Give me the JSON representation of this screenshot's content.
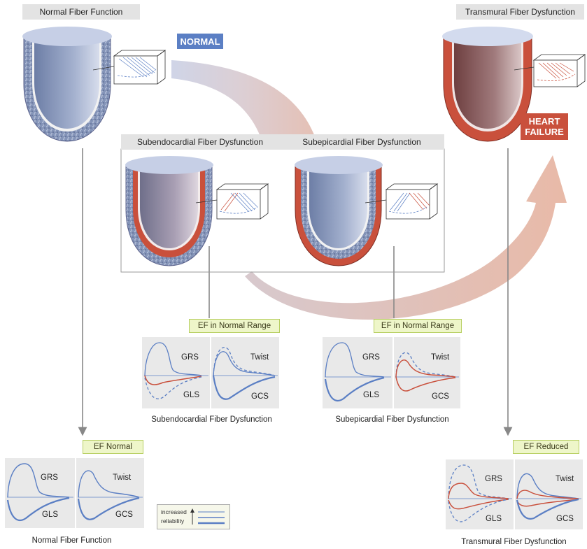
{
  "headers": {
    "normal": "Normal Fiber Function",
    "transmural": "Transmural Fiber Dysfunction",
    "subendo": "Subendocardial Fiber Dysfunction",
    "subepi": "Subepicardial Fiber Dysfunction"
  },
  "badges": {
    "normal": "NORMAL",
    "heart_failure": "HEART FAILURE"
  },
  "ef_labels": {
    "subendo": "EF in Normal Range",
    "subepi": "EF in Normal Range",
    "normal": "EF Normal",
    "transmural": "EF Reduced"
  },
  "captions": {
    "subendo": "Subendocardial Fiber Dysfunction",
    "subepi": "Subepicardial Fiber Dysfunction",
    "normal": "Normal Fiber Function",
    "transmural": "Transmural Fiber Dysfunction"
  },
  "strain_labels": {
    "grs": "GRS",
    "gls": "GLS",
    "twist": "Twist",
    "gcs": "GCS"
  },
  "legend": {
    "line1": "increased",
    "line2": "reliability"
  },
  "colors": {
    "normal_blue": "#5b7fc4",
    "dysfunction_red": "#c9503c",
    "ef_green": "#eef6c9",
    "header_gray": "#e3e3e3"
  }
}
